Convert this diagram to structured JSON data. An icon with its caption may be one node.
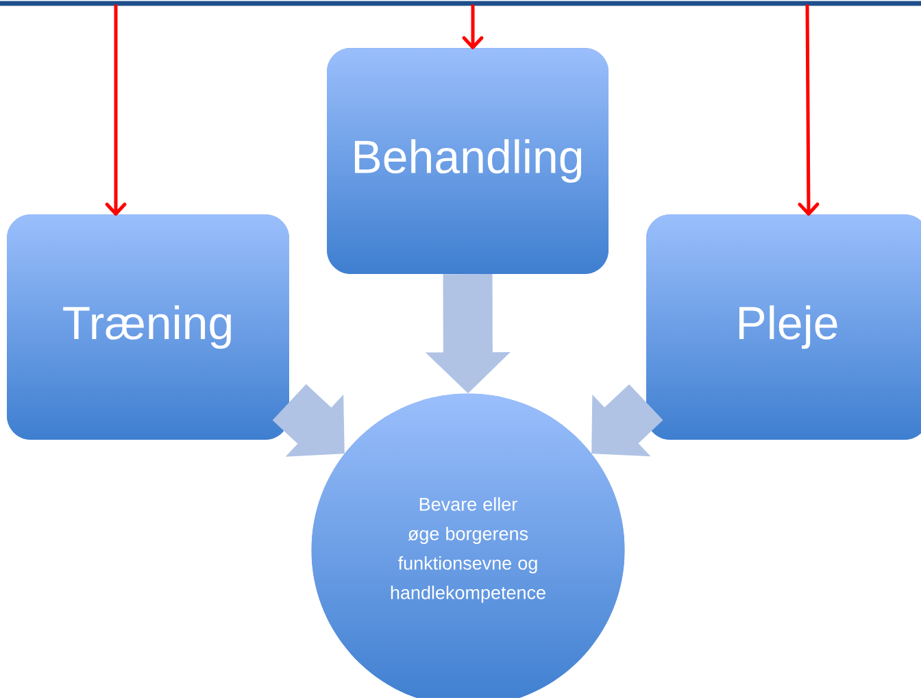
{
  "diagram": {
    "nodes": [
      {
        "text": [],
        "shape": "bar"
      },
      {
        "text": [
          "Behandling"
        ]
      },
      {
        "text": [
          "Træning"
        ]
      },
      {
        "text": [
          "Pleje"
        ]
      },
      {
        "text": [
          "Bevare eller øge borgerens funktionsevne og handlekompetence"
        ]
      }
    ],
    "edges": [
      {
        "from": 0,
        "to": 2,
        "arrow": "to",
        "color": "#ff0000"
      },
      {
        "from": 0,
        "to": 1,
        "arrow": "to",
        "color": "#ff0000"
      },
      {
        "from": 0,
        "to": 3,
        "arrow": "to",
        "color": "#ff0000"
      },
      {
        "from": 2,
        "to": 4,
        "arrow": "to",
        "style": "thick",
        "color": "#b0c3e5"
      },
      {
        "from": 1,
        "to": 4,
        "arrow": "to",
        "style": "thick",
        "color": "#b0c3e5"
      },
      {
        "from": 3,
        "to": 4,
        "arrow": "to",
        "style": "thick",
        "color": "#b0c3e5"
      }
    ]
  }
}
